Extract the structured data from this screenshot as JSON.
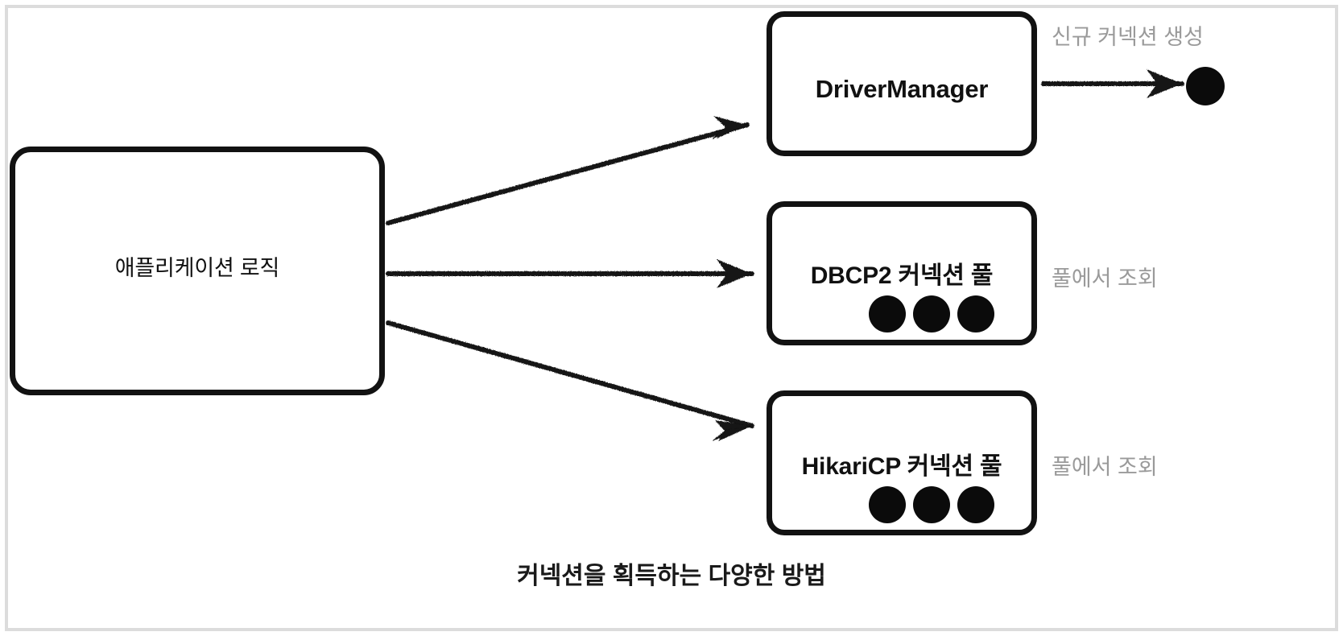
{
  "diagram": {
    "caption": "커넥션을 획득하는 다양한 방법",
    "colors": {
      "stroke": "#121212",
      "background": "#ffffff",
      "frame_border": "#dcdcdc",
      "annotation_gray": "#9a9a9a",
      "dot_fill": "#0b0b0b"
    },
    "source": {
      "label": "애플리케이션 로직"
    },
    "targets": [
      {
        "id": "driver-manager",
        "label": "DriverManager",
        "annotation": "신규 커넥션 생성",
        "pool_dots": 0,
        "has_output_dot": true
      },
      {
        "id": "dbcp2",
        "label": "DBCP2 커넥션 풀",
        "annotation": "풀에서 조회",
        "pool_dots": 3,
        "has_output_dot": false
      },
      {
        "id": "hikaricp",
        "label": "HikariCP 커넥션 풀",
        "annotation": "풀에서 조회",
        "pool_dots": 3,
        "has_output_dot": false
      }
    ],
    "arrows": [
      {
        "name": "app-to-driver-manager",
        "from": "애플리케이션 로직",
        "to": "DriverManager"
      },
      {
        "name": "app-to-dbcp2",
        "from": "애플리케이션 로직",
        "to": "DBCP2 커넥션 풀"
      },
      {
        "name": "app-to-hikaricp",
        "from": "애플리케이션 로직",
        "to": "HikariCP 커넥션 풀"
      },
      {
        "name": "driver-manager-to-new-connection",
        "from": "DriverManager",
        "to": "신규 커넥션"
      }
    ]
  }
}
